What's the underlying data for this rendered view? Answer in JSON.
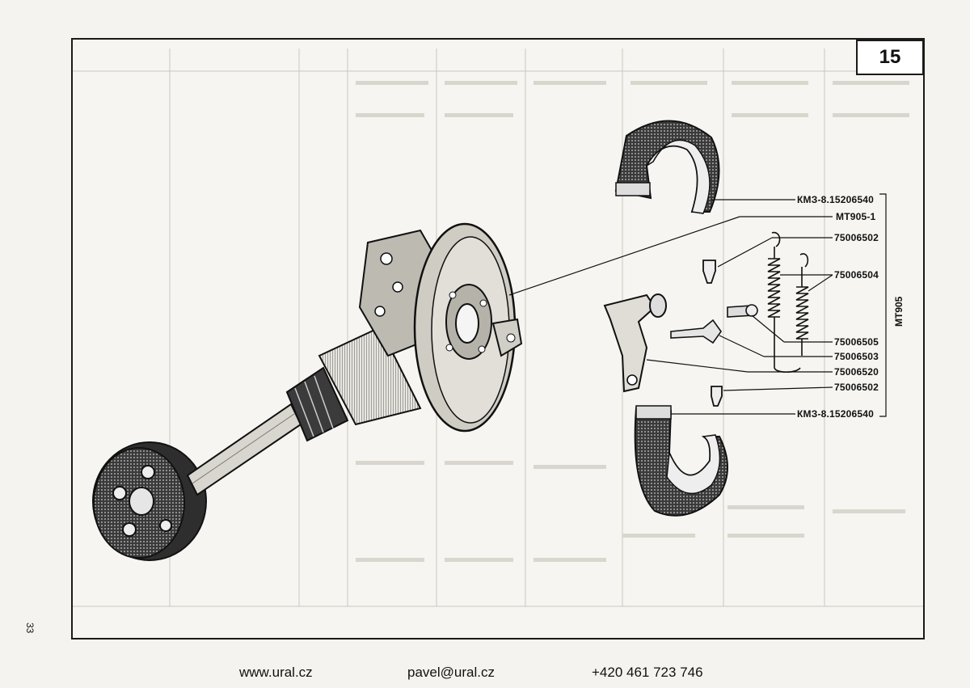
{
  "page": {
    "number": "15",
    "side_number": "33"
  },
  "parts": [
    {
      "id": "shoe-top",
      "code": "КМЗ-8.15206540"
    },
    {
      "id": "plate",
      "code": "MT905-1"
    },
    {
      "id": "pin-top",
      "code": "75006502"
    },
    {
      "id": "spring",
      "code": "75006504"
    },
    {
      "id": "screw",
      "code": "75006505"
    },
    {
      "id": "adjuster",
      "code": "75006503"
    },
    {
      "id": "lever",
      "code": "75006520"
    },
    {
      "id": "pin-bottom",
      "code": "75006502"
    },
    {
      "id": "shoe-bottom",
      "code": "КМЗ-8.15206540"
    }
  ],
  "assembly_code": "MT905",
  "footer": {
    "website": "www.ural.cz",
    "email": "pavel@ural.cz",
    "phone": "+420 461 723 746"
  }
}
